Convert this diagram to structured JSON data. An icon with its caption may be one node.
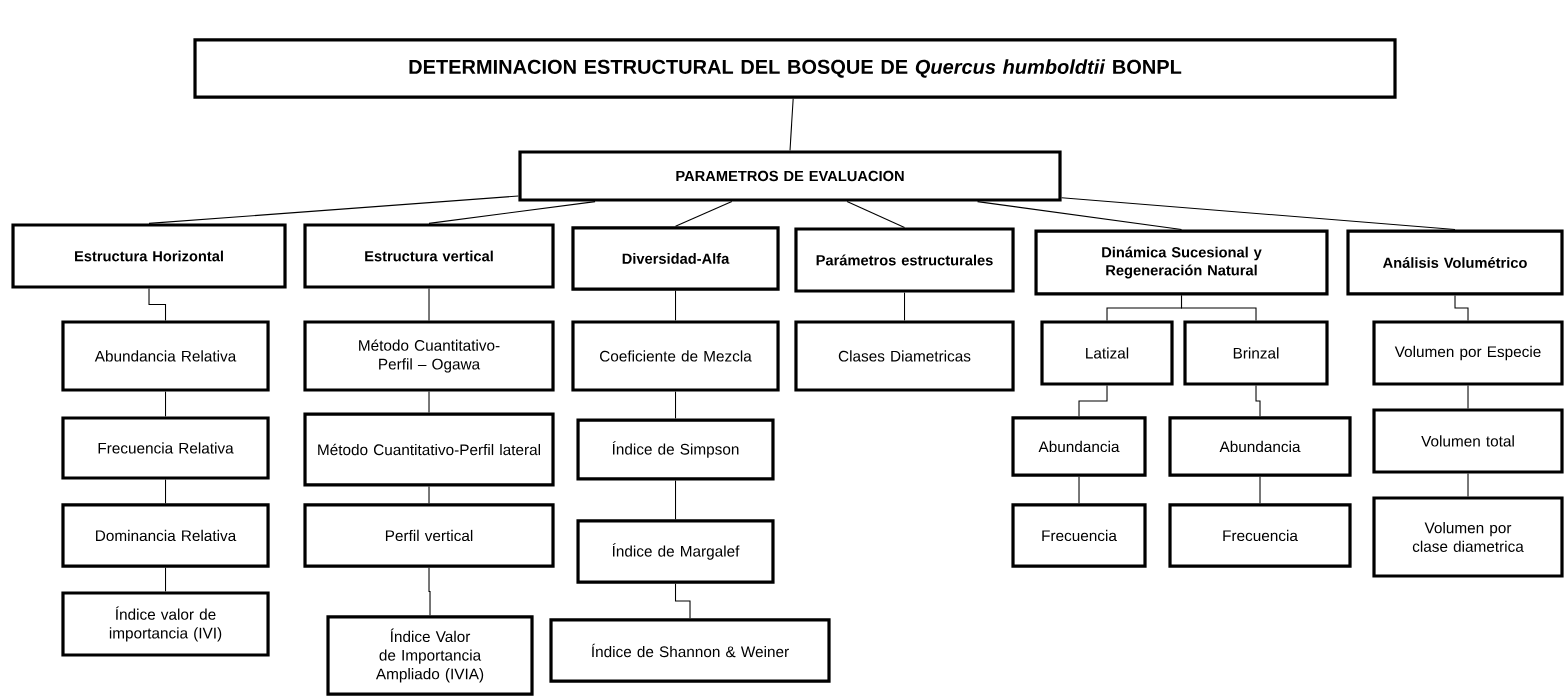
{
  "diagram": {
    "nodes": [
      {
        "text": [
          "DETERMINACION ESTRUCTURAL DEL BOSQUE DE *Quercus humboldtii* BONPL"
        ]
      },
      {
        "text": [
          "PARAMETROS DE EVALUACION"
        ]
      },
      {
        "text": [
          "Estructura Horizontal"
        ]
      },
      {
        "text": [
          "Estructura vertical"
        ]
      },
      {
        "text": [
          "Diversidad-Alfa"
        ]
      },
      {
        "text": [
          "Parámetros estructurales"
        ]
      },
      {
        "text": [
          "Dinámica Sucesional y Regeneración Natural"
        ]
      },
      {
        "text": [
          "Análisis Volumétrico"
        ]
      },
      {
        "text": [
          "Abundancia Relativa"
        ]
      },
      {
        "text": [
          "Frecuencia Relativa"
        ]
      },
      {
        "text": [
          "Dominancia Relativa"
        ]
      },
      {
        "text": [
          "Índice valor de importancia (IVI)"
        ]
      },
      {
        "text": [
          "Método Cuantitativo-Perfil – Ogawa"
        ]
      },
      {
        "text": [
          "Método Cuantitativo-Perfil lateral"
        ]
      },
      {
        "text": [
          "Perfil vertical"
        ]
      },
      {
        "text": [
          "Índice Valor de Importancia Ampliado (IVIA)"
        ]
      },
      {
        "text": [
          "Coeficiente de Mezcla"
        ]
      },
      {
        "text": [
          "Índice de Simpson"
        ]
      },
      {
        "text": [
          "Índice de Margalef"
        ]
      },
      {
        "text": [
          "Índice de Shannon & Weiner"
        ]
      },
      {
        "text": [
          "Clases Diametricas"
        ]
      },
      {
        "text": [
          "Latizal"
        ]
      },
      {
        "text": [
          "Brinzal"
        ]
      },
      {
        "text": [
          "Abundancia"
        ]
      },
      {
        "text": [
          "Frecuencia"
        ]
      },
      {
        "text": [
          "Abundancia"
        ]
      },
      {
        "text": [
          "Frecuencia"
        ]
      },
      {
        "text": [
          "Volumen por Especie"
        ]
      },
      {
        "text": [
          "Volumen total"
        ]
      },
      {
        "text": [
          "Volumen por clase diametrica"
        ]
      }
    ],
    "edges": [
      {
        "from": 0,
        "to": 1,
        "arrow": "none"
      },
      {
        "from": 1,
        "to": 2,
        "arrow": "none"
      },
      {
        "from": 1,
        "to": 3,
        "arrow": "none"
      },
      {
        "from": 1,
        "to": 4,
        "arrow": "none"
      },
      {
        "from": 1,
        "to": 5,
        "arrow": "none"
      },
      {
        "from": 1,
        "to": 6,
        "arrow": "none"
      },
      {
        "from": 1,
        "to": 7,
        "arrow": "none"
      },
      {
        "from": 2,
        "to": 8,
        "arrow": "none"
      },
      {
        "from": 8,
        "to": 9,
        "arrow": "none"
      },
      {
        "from": 9,
        "to": 10,
        "arrow": "none"
      },
      {
        "from": 10,
        "to": 11,
        "arrow": "none"
      },
      {
        "from": 3,
        "to": 12,
        "arrow": "none"
      },
      {
        "from": 12,
        "to": 13,
        "arrow": "none"
      },
      {
        "from": 13,
        "to": 14,
        "arrow": "none"
      },
      {
        "from": 14,
        "to": 15,
        "arrow": "none"
      },
      {
        "from": 4,
        "to": 16,
        "arrow": "none"
      },
      {
        "from": 16,
        "to": 17,
        "arrow": "none"
      },
      {
        "from": 17,
        "to": 18,
        "arrow": "none"
      },
      {
        "from": 18,
        "to": 19,
        "arrow": "none"
      },
      {
        "from": 5,
        "to": 20,
        "arrow": "none"
      },
      {
        "from": 6,
        "to": 21,
        "arrow": "none"
      },
      {
        "from": 6,
        "to": 22,
        "arrow": "none"
      },
      {
        "from": 21,
        "to": 23,
        "arrow": "none"
      },
      {
        "from": 23,
        "to": 24,
        "arrow": "none"
      },
      {
        "from": 22,
        "to": 25,
        "arrow": "none"
      },
      {
        "from": 25,
        "to": 26,
        "arrow": "none"
      },
      {
        "from": 7,
        "to": 27,
        "arrow": "none"
      },
      {
        "from": 27,
        "to": 28,
        "arrow": "none"
      },
      {
        "from": 28,
        "to": 29,
        "arrow": "none"
      }
    ]
  }
}
